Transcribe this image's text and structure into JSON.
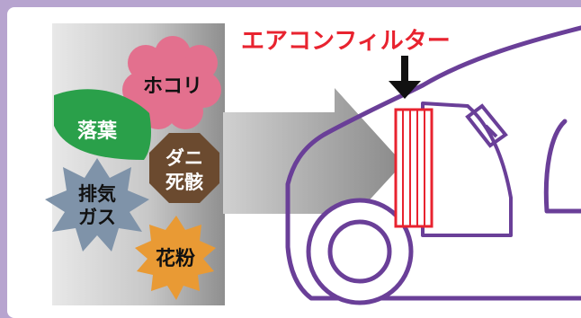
{
  "filter_label": "エアコンフィルター",
  "items": {
    "dust": "ホコリ",
    "leaves": "落葉",
    "mites_line1": "ダニ",
    "mites_line2": "死骸",
    "exhaust_line1": "排気",
    "exhaust_line2": "ガス",
    "pollen": "花粉"
  },
  "colors": {
    "frame": "#b7a4cf",
    "car_outline": "#6a3f98",
    "filter_red": "#e8232f",
    "dust_pink": "#e3708e",
    "leaf_green": "#2aa04a",
    "mites_brown": "#6b4a2f",
    "exhaust_blue": "#7f93a9",
    "pollen_orange": "#e99a34"
  }
}
